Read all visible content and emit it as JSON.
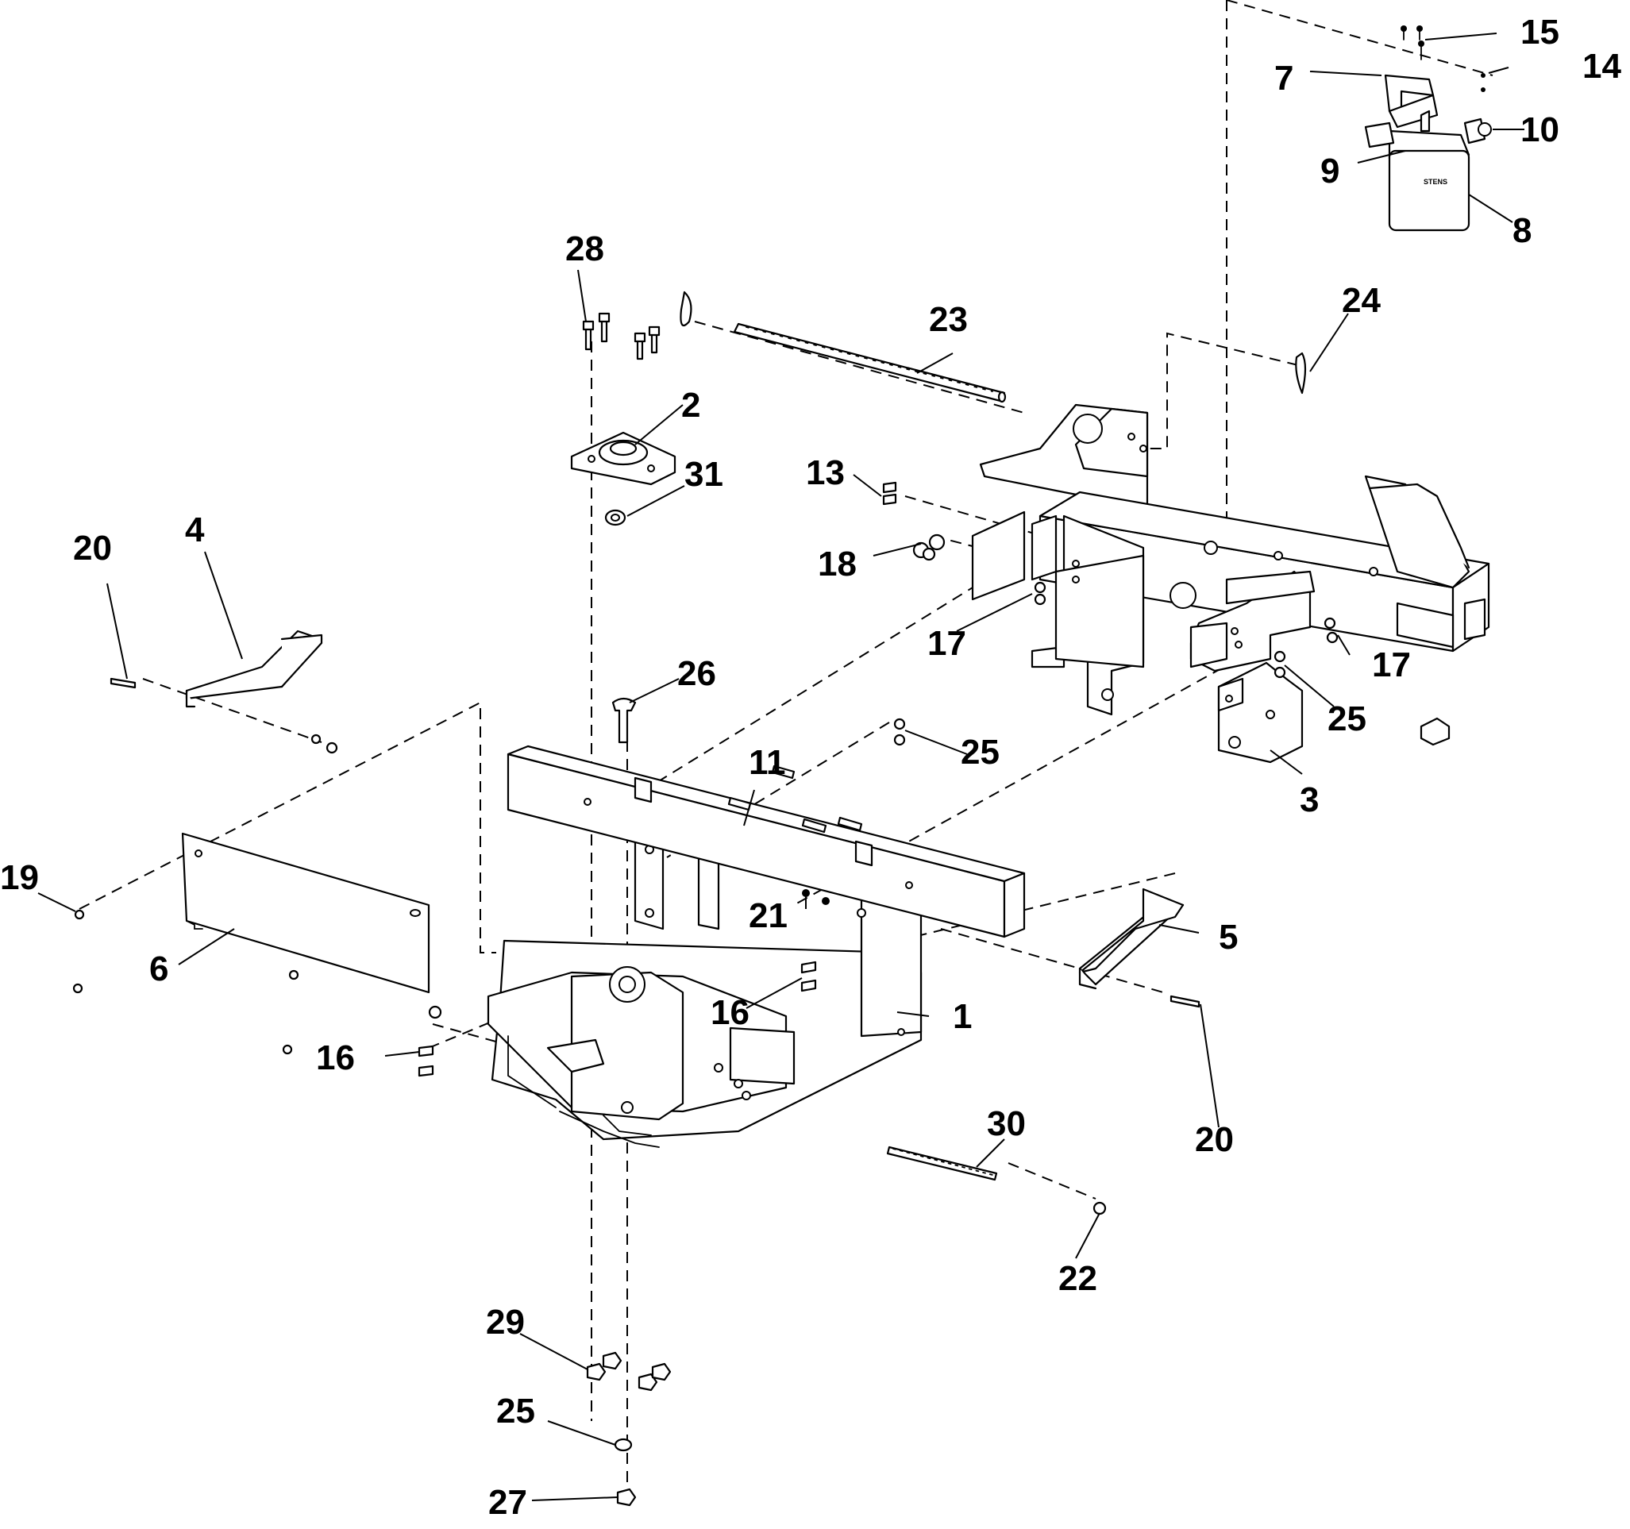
{
  "diagram": {
    "callouts": [
      {
        "id": "c1",
        "label": "1"
      },
      {
        "id": "c2",
        "label": "2"
      },
      {
        "id": "c3",
        "label": "3"
      },
      {
        "id": "c4",
        "label": "4"
      },
      {
        "id": "c5",
        "label": "5"
      },
      {
        "id": "c6",
        "label": "6"
      },
      {
        "id": "c7",
        "label": "7"
      },
      {
        "id": "c8",
        "label": "8"
      },
      {
        "id": "c9",
        "label": "9"
      },
      {
        "id": "c10",
        "label": "10"
      },
      {
        "id": "c11",
        "label": "11"
      },
      {
        "id": "c13",
        "label": "13"
      },
      {
        "id": "c14",
        "label": "14"
      },
      {
        "id": "c15",
        "label": "15"
      },
      {
        "id": "c16a",
        "label": "16"
      },
      {
        "id": "c16b",
        "label": "16"
      },
      {
        "id": "c17a",
        "label": "17"
      },
      {
        "id": "c17b",
        "label": "17"
      },
      {
        "id": "c18",
        "label": "18"
      },
      {
        "id": "c19",
        "label": "19"
      },
      {
        "id": "c20a",
        "label": "20"
      },
      {
        "id": "c20b",
        "label": "20"
      },
      {
        "id": "c21",
        "label": "21"
      },
      {
        "id": "c22",
        "label": "22"
      },
      {
        "id": "c23",
        "label": "23"
      },
      {
        "id": "c24",
        "label": "24"
      },
      {
        "id": "c25a",
        "label": "25"
      },
      {
        "id": "c25b",
        "label": "25"
      },
      {
        "id": "c25c",
        "label": "25"
      },
      {
        "id": "c26",
        "label": "26"
      },
      {
        "id": "c27",
        "label": "27"
      },
      {
        "id": "c28",
        "label": "28"
      },
      {
        "id": "c29",
        "label": "29"
      },
      {
        "id": "c30",
        "label": "30"
      },
      {
        "id": "c31",
        "label": "31"
      }
    ],
    "filter_brand": "STENS"
  }
}
